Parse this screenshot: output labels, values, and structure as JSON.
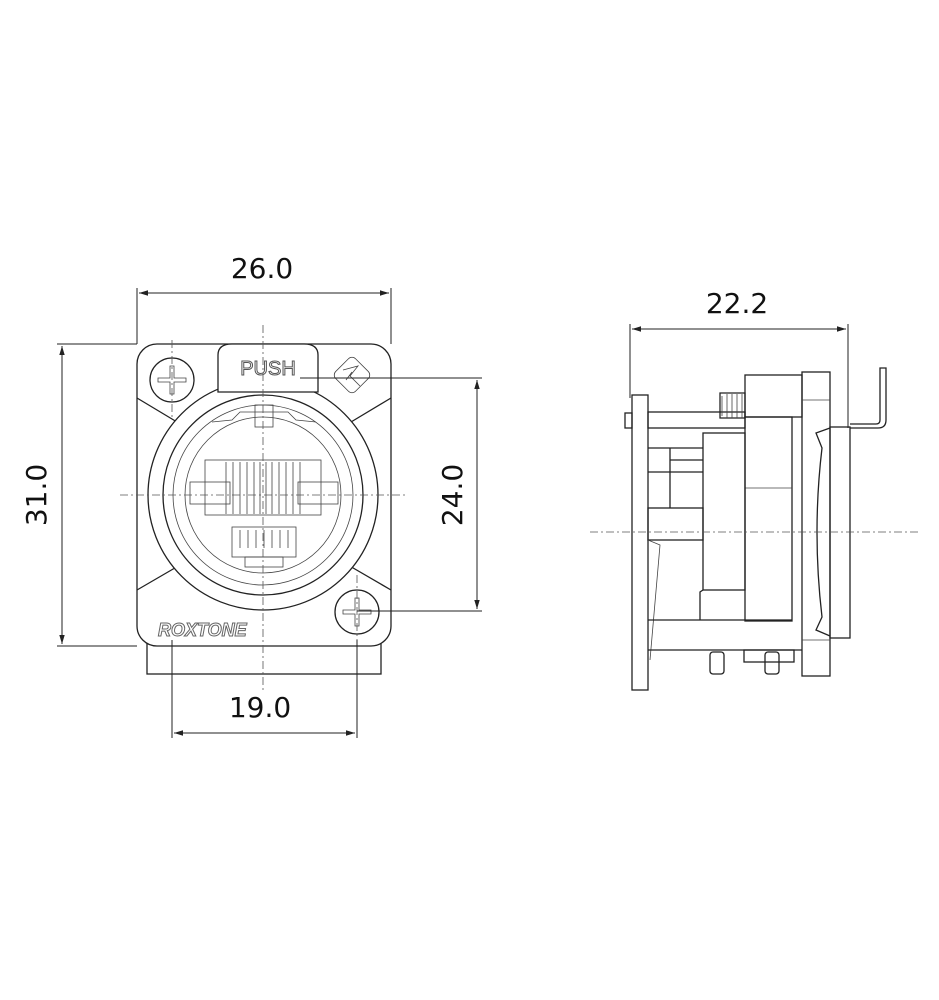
{
  "front_view": {
    "dimensions": {
      "width": "26.0",
      "height": "31.0",
      "mounting_hole_vertical": "24.0",
      "mounting_hole_horizontal": "19.0"
    },
    "push_label": "PUSH",
    "brand_logo": "ROXTONE"
  },
  "side_view": {
    "dimensions": {
      "depth": "22.2"
    }
  }
}
